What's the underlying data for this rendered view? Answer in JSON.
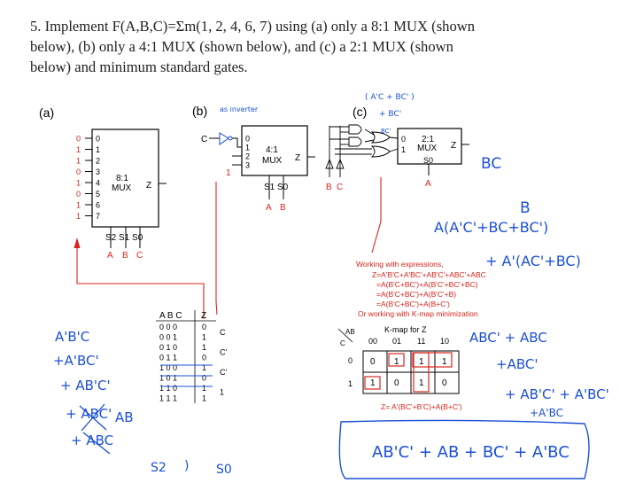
{
  "question": {
    "line1": "5. Implement F(A,B,C)=Σm(1, 2, 4, 6, 7) using (a) only a 8:1 MUX (shown",
    "line2": "below), (b) only a 4:1 MUX (shown below), and (c) a 2:1 MUX (shown",
    "line3": "below) and minimum standard gates."
  },
  "part_a": {
    "label": "(a)",
    "mux_label_1": "8:1",
    "mux_label_2": "MUX",
    "output": "Z",
    "inputs": [
      "0",
      "1",
      "2",
      "3",
      "4",
      "5",
      "6",
      "7"
    ],
    "input_values": [
      "0",
      "1",
      "1",
      "0",
      "1",
      "0",
      "1",
      "1"
    ],
    "selects": "S2 S1 S0",
    "select_vars": [
      "A",
      "B",
      "C"
    ]
  },
  "part_b": {
    "label": "(b)",
    "annotation": "as inverter",
    "c_input": "C",
    "one_value": "1",
    "mux_label_1": "4:1",
    "mux_label_2": "MUX",
    "output": "Z",
    "inputs": [
      "0",
      "1",
      "2",
      "3"
    ],
    "selects": "S1 S0",
    "select_vars": [
      "A",
      "B"
    ]
  },
  "part_c": {
    "label": "(c)",
    "annotation_top": "( A'C + BC' )",
    "annotation_bot": "+ BC'",
    "gate_note": "BC'",
    "mux_label_1": "2:1",
    "mux_label_2": "MUX",
    "output": "Z",
    "inputs": [
      "0",
      "1"
    ],
    "select": "S0",
    "select_var": "A",
    "gate_inputs": [
      "B",
      "C"
    ]
  },
  "truth_table": {
    "header": [
      "A B C",
      "Z"
    ],
    "rows": [
      [
        "0 0 0",
        "0"
      ],
      [
        "0 0 1",
        "1"
      ],
      [
        "0 1 0",
        "1"
      ],
      [
        "0 1 1",
        "0"
      ],
      [
        "1 0 0",
        "1"
      ],
      [
        "1 0 1",
        "0"
      ],
      [
        "1 1 0",
        "1"
      ],
      [
        "1 1 1",
        "1"
      ]
    ],
    "mux_notes": [
      "C",
      "C'",
      "C'",
      "1"
    ]
  },
  "working": {
    "title": "Working with expressions,",
    "lines": [
      "Z=A'B'C+A'BC'+AB'C'+ABC'+ABC",
      "=A(B'C+BC')+A(B'C'+BC'+BC)",
      "=A(B'C+BC')+A(B'C'+B)",
      "=A(B'C+BC')+A(B+C')"
    ],
    "footer": "Or working with K-map minimization"
  },
  "kmap": {
    "title": "K-map for Z",
    "row_var": "C",
    "col_var": "AB",
    "cols": [
      "00",
      "01",
      "11",
      "10"
    ],
    "rows": [
      "0",
      "1"
    ],
    "cells": [
      [
        "0",
        "1",
        "1",
        "1"
      ],
      [
        "1",
        "0",
        "1",
        "0"
      ]
    ],
    "result": "Z= A'(BC'+B'C)+A(B+C')"
  },
  "handwriting": {
    "left_terms": [
      "A'B'C",
      "+A'BC'",
      "+ AB'C'",
      "+ ABC'",
      "+ ABC"
    ],
    "left_ab": "AB",
    "bottom_marks": [
      "S2",
      ")",
      "S0"
    ],
    "right_lines": [
      "BC",
      "B",
      "A(A'C'+BC+BC')",
      "+ A'(AC'+BC)"
    ],
    "right_kmap": [
      "ABC' + ABC",
      "+ABC'",
      "+ AB'C' + A'BC'",
      "+A'BC"
    ],
    "final": "AB'C' + AB + BC' + A'BC"
  }
}
